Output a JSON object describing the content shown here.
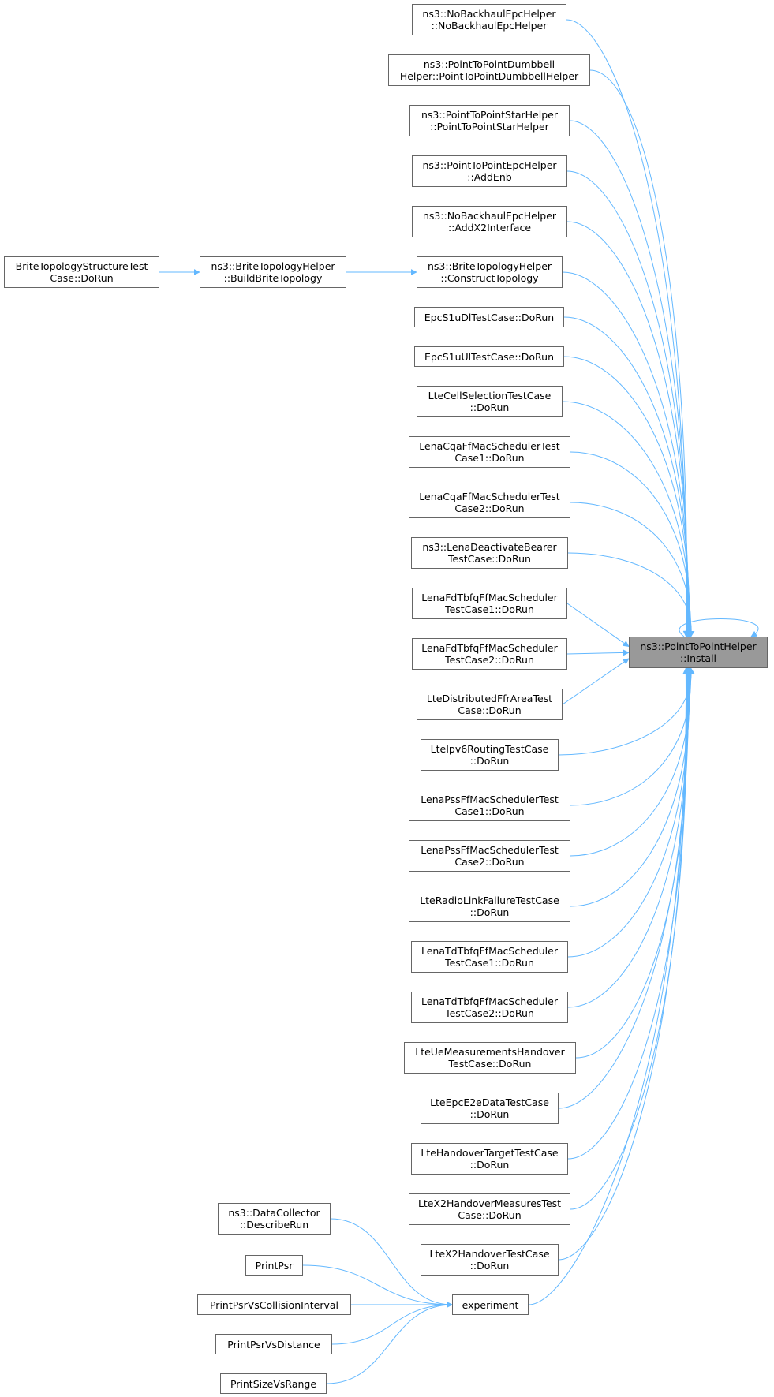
{
  "graph": {
    "edge_color": "#63b8ff",
    "node_border": "#666666",
    "target_fill": "#999999",
    "target": {
      "id": "target",
      "lines": [
        "ns3::PointToPointHelper",
        "::Install"
      ]
    },
    "nodes": [
      {
        "id": "n1",
        "lines": [
          "ns3::NoBackhaulEpcHelper",
          "::NoBackhaulEpcHelper"
        ]
      },
      {
        "id": "n2",
        "lines": [
          "ns3::PointToPointDumbbell",
          "Helper::PointToPointDumbbellHelper"
        ]
      },
      {
        "id": "n3",
        "lines": [
          "ns3::PointToPointStarHelper",
          "::PointToPointStarHelper"
        ]
      },
      {
        "id": "n4",
        "lines": [
          "ns3::PointToPointEpcHelper",
          "::AddEnb"
        ]
      },
      {
        "id": "n5",
        "lines": [
          "ns3::NoBackhaulEpcHelper",
          "::AddX2Interface"
        ]
      },
      {
        "id": "n6",
        "lines": [
          "ns3::BriteTopologyHelper",
          "::ConstructTopology"
        ]
      },
      {
        "id": "n7",
        "lines": [
          "EpcS1uDlTestCase::DoRun"
        ]
      },
      {
        "id": "n8",
        "lines": [
          "EpcS1uUlTestCase::DoRun"
        ]
      },
      {
        "id": "n9",
        "lines": [
          "LteCellSelectionTestCase",
          "::DoRun"
        ]
      },
      {
        "id": "n10",
        "lines": [
          "LenaCqaFfMacSchedulerTest",
          "Case1::DoRun"
        ]
      },
      {
        "id": "n11",
        "lines": [
          "LenaCqaFfMacSchedulerTest",
          "Case2::DoRun"
        ]
      },
      {
        "id": "n12",
        "lines": [
          "ns3::LenaDeactivateBearer",
          "TestCase::DoRun"
        ]
      },
      {
        "id": "n13",
        "lines": [
          "LenaFdTbfqFfMacScheduler",
          "TestCase1::DoRun"
        ]
      },
      {
        "id": "n14",
        "lines": [
          "LenaFdTbfqFfMacScheduler",
          "TestCase2::DoRun"
        ]
      },
      {
        "id": "n15",
        "lines": [
          "LteDistributedFfrAreaTest",
          "Case::DoRun"
        ]
      },
      {
        "id": "n16",
        "lines": [
          "LteIpv6RoutingTestCase",
          "::DoRun"
        ]
      },
      {
        "id": "n17",
        "lines": [
          "LenaPssFfMacSchedulerTest",
          "Case1::DoRun"
        ]
      },
      {
        "id": "n18",
        "lines": [
          "LenaPssFfMacSchedulerTest",
          "Case2::DoRun"
        ]
      },
      {
        "id": "n19",
        "lines": [
          "LteRadioLinkFailureTestCase",
          "::DoRun"
        ]
      },
      {
        "id": "n20",
        "lines": [
          "LenaTdTbfqFfMacScheduler",
          "TestCase1::DoRun"
        ]
      },
      {
        "id": "n21",
        "lines": [
          "LenaTdTbfqFfMacScheduler",
          "TestCase2::DoRun"
        ]
      },
      {
        "id": "n22",
        "lines": [
          "LteUeMeasurementsHandover",
          "TestCase::DoRun"
        ]
      },
      {
        "id": "n23",
        "lines": [
          "LteEpcE2eDataTestCase",
          "::DoRun"
        ]
      },
      {
        "id": "n24",
        "lines": [
          "LteHandoverTargetTestCase",
          "::DoRun"
        ]
      },
      {
        "id": "n25",
        "lines": [
          "LteX2HandoverMeasuresTest",
          "Case::DoRun"
        ]
      },
      {
        "id": "n26",
        "lines": [
          "LteX2HandoverTestCase",
          "::DoRun"
        ]
      },
      {
        "id": "exp",
        "lines": [
          "experiment"
        ]
      },
      {
        "id": "brite_build",
        "lines": [
          "ns3::BriteTopologyHelper",
          "::BuildBriteTopology"
        ]
      },
      {
        "id": "brite_test",
        "lines": [
          "BriteTopologyStructureTest",
          "Case::DoRun"
        ]
      },
      {
        "id": "dc",
        "lines": [
          "ns3::DataCollector",
          "::DescribeRun"
        ]
      },
      {
        "id": "psr",
        "lines": [
          "PrintPsr"
        ]
      },
      {
        "id": "psr_ci",
        "lines": [
          "PrintPsrVsCollisionInterval"
        ]
      },
      {
        "id": "psr_d",
        "lines": [
          "PrintPsrVsDistance"
        ]
      },
      {
        "id": "size_r",
        "lines": [
          "PrintSizeVsRange"
        ]
      }
    ],
    "edges": [
      [
        "n1",
        "target"
      ],
      [
        "n2",
        "target"
      ],
      [
        "n3",
        "target"
      ],
      [
        "n4",
        "target"
      ],
      [
        "n5",
        "target"
      ],
      [
        "n6",
        "target"
      ],
      [
        "n7",
        "target"
      ],
      [
        "n8",
        "target"
      ],
      [
        "n9",
        "target"
      ],
      [
        "n10",
        "target"
      ],
      [
        "n11",
        "target"
      ],
      [
        "n12",
        "target"
      ],
      [
        "n13",
        "target"
      ],
      [
        "n14",
        "target"
      ],
      [
        "n15",
        "target"
      ],
      [
        "n16",
        "target"
      ],
      [
        "n17",
        "target"
      ],
      [
        "n18",
        "target"
      ],
      [
        "n19",
        "target"
      ],
      [
        "n20",
        "target"
      ],
      [
        "n21",
        "target"
      ],
      [
        "n22",
        "target"
      ],
      [
        "n23",
        "target"
      ],
      [
        "n24",
        "target"
      ],
      [
        "n25",
        "target"
      ],
      [
        "n26",
        "target"
      ],
      [
        "exp",
        "target"
      ],
      [
        "target",
        "target"
      ],
      [
        "brite_build",
        "n6"
      ],
      [
        "brite_test",
        "brite_build"
      ],
      [
        "dc",
        "exp"
      ],
      [
        "psr",
        "exp"
      ],
      [
        "psr_ci",
        "exp"
      ],
      [
        "psr_d",
        "exp"
      ],
      [
        "size_r",
        "exp"
      ]
    ]
  }
}
